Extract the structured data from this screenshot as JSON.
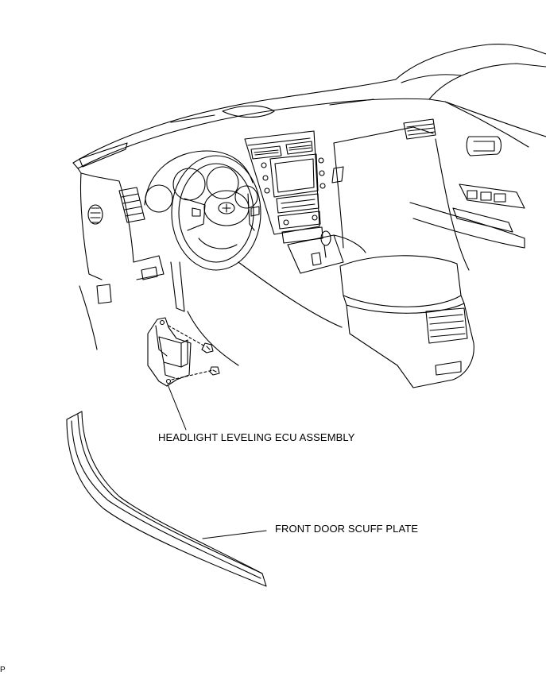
{
  "labels": {
    "ecu": "HEADLIGHT LEVELING ECU ASSEMBLY",
    "scuff": "FRONT DOOR SCUFF PLATE",
    "ref": "P"
  }
}
